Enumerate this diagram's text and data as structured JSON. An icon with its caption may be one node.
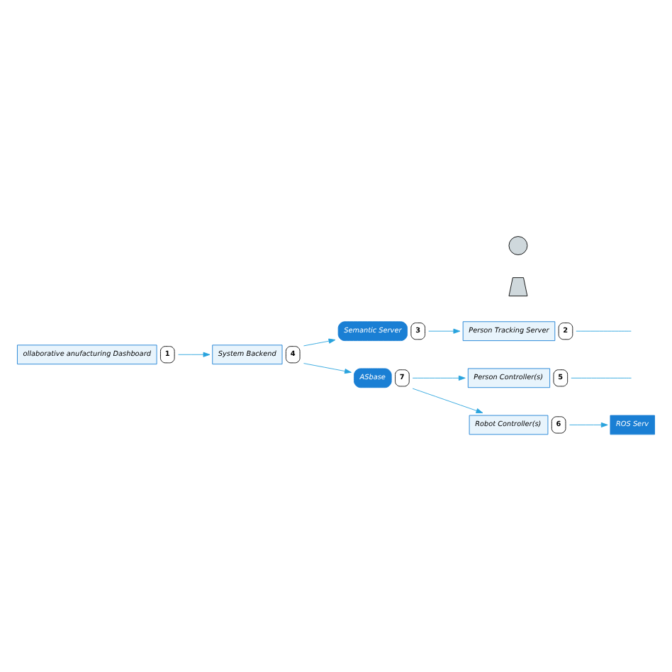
{
  "diagram": {
    "nodes": [
      {
        "text": [
          "Semantic Server"
        ],
        "beside": [
          "3"
        ]
      },
      {
        "text": [
          "Person Tracking Server"
        ],
        "beside": [
          "2"
        ]
      },
      {
        "text": [
          "ollaborative anufacturing Dashboard"
        ],
        "beside": [
          "1"
        ]
      },
      {
        "text": [
          "System Backend"
        ],
        "beside": [
          "4"
        ]
      },
      {
        "text": [
          "Person Controller(s)"
        ],
        "beside": [
          "5"
        ]
      },
      {
        "text": [],
        "shape": "speaker"
      },
      {
        "text": [],
        "shape": "person"
      },
      {
        "text": [
          "ASbase"
        ],
        "beside": [
          "7"
        ]
      },
      {
        "text": [
          "Robot Controller(s)"
        ],
        "beside": [
          "6"
        ]
      },
      {
        "text": [
          "ROS Serv"
        ]
      }
    ],
    "edges": [
      {
        "from": 2,
        "to": 3,
        "arrow": "to"
      },
      {
        "from": 3,
        "to": 0,
        "arrow": "to"
      },
      {
        "from": 0,
        "to": 1,
        "arrow": "to"
      },
      {
        "from": 1,
        "to": null,
        "arrow": "none"
      },
      {
        "from": 3,
        "to": 7,
        "arrow": "to"
      },
      {
        "from": 7,
        "to": 4,
        "arrow": "to"
      },
      {
        "from": 4,
        "to": null,
        "arrow": "none"
      },
      {
        "from": 7,
        "to": 8,
        "arrow": "to"
      },
      {
        "from": 8,
        "to": 9,
        "arrow": "to"
      }
    ]
  }
}
